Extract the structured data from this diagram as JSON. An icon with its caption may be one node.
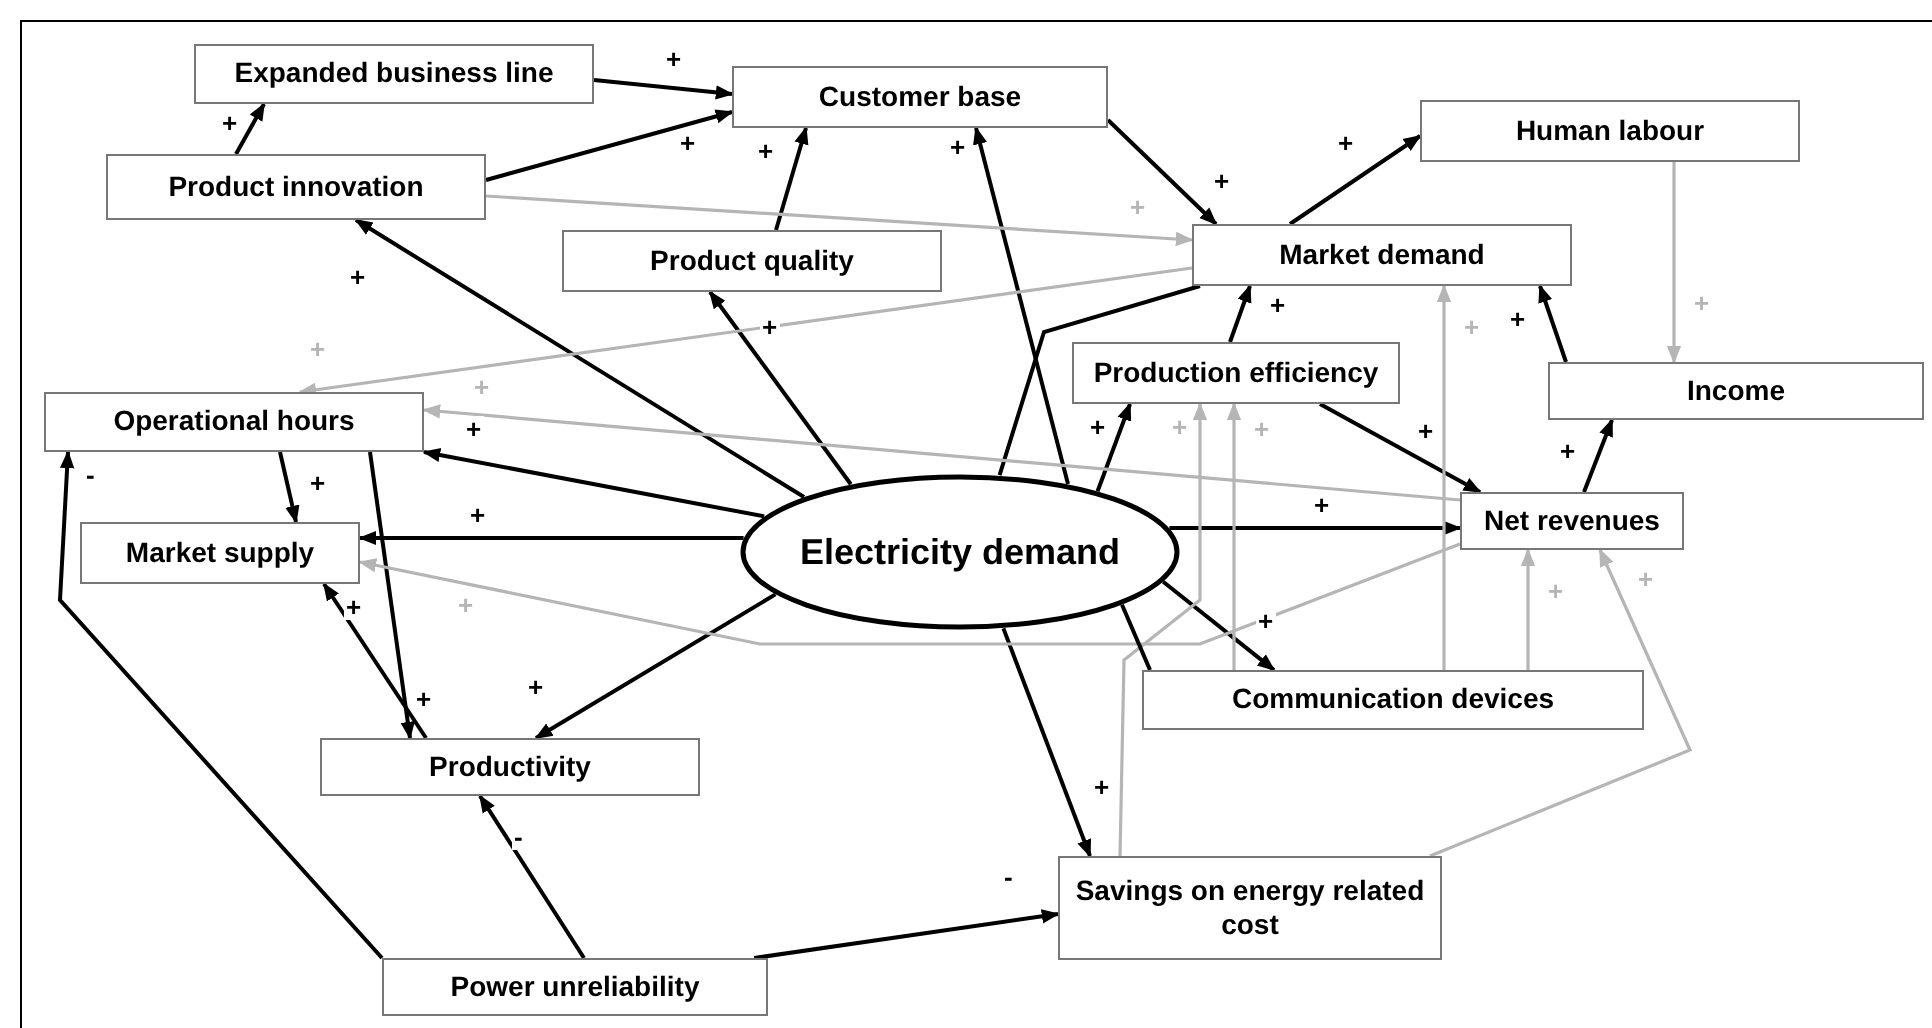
{
  "diagram": {
    "nodes": [
      {
        "text": [
          "Expanded business line"
        ]
      },
      {
        "text": [
          "Customer base"
        ]
      },
      {
        "text": [
          "Human labour"
        ]
      },
      {
        "text": [
          "Product innovation"
        ]
      },
      {
        "text": [
          "Product quality"
        ]
      },
      {
        "text": [
          "Market demand"
        ]
      },
      {
        "text": [
          "Production efficiency"
        ]
      },
      {
        "text": [
          "Income"
        ]
      },
      {
        "text": [
          "Operational hours"
        ]
      },
      {
        "text": [
          "Market supply"
        ]
      },
      {
        "text": [
          "Electricity demand"
        ]
      },
      {
        "text": [
          "Net revenues"
        ]
      },
      {
        "text": [
          "Communication devices"
        ]
      },
      {
        "text": [
          "Productivity"
        ]
      },
      {
        "text": [
          "Savings on energy related cost"
        ]
      },
      {
        "text": [
          "Power unreliability"
        ]
      }
    ],
    "edges": [
      {
        "from": 3,
        "to": 0,
        "arrow": "to",
        "label": "+"
      },
      {
        "from": 0,
        "to": 1,
        "arrow": "to",
        "label": "+"
      },
      {
        "from": 3,
        "to": 1,
        "arrow": "to",
        "label": "+"
      },
      {
        "from": 4,
        "to": 1,
        "arrow": "to",
        "label": "+"
      },
      {
        "from": 10,
        "to": 1,
        "arrow": "to",
        "label": "+"
      },
      {
        "from": 1,
        "to": 5,
        "arrow": "to",
        "label": "+"
      },
      {
        "from": 5,
        "to": 2,
        "arrow": "to",
        "label": "+"
      },
      {
        "from": 10,
        "to": 5,
        "arrow": "none"
      },
      {
        "from": 6,
        "to": 5,
        "arrow": "to",
        "label": "+"
      },
      {
        "from": 10,
        "to": 6,
        "arrow": "to",
        "label": "+"
      },
      {
        "from": 6,
        "to": 11,
        "arrow": "to",
        "label": "+"
      },
      {
        "from": 7,
        "to": 5,
        "arrow": "to",
        "label": "+"
      },
      {
        "from": 11,
        "to": 7,
        "arrow": "to",
        "label": "+"
      },
      {
        "from": 10,
        "to": 11,
        "arrow": "to",
        "label": "+"
      },
      {
        "from": 10,
        "to": 12,
        "arrow": "to",
        "label": "+"
      },
      {
        "from": 10,
        "to": 14,
        "arrow": "to",
        "label": "+"
      },
      {
        "from": 10,
        "to": 13,
        "arrow": "to",
        "label": "+"
      },
      {
        "from": 10,
        "to": 9,
        "arrow": "to",
        "label": "+"
      },
      {
        "from": 10,
        "to": 8,
        "arrow": "to",
        "label": "+"
      },
      {
        "from": 10,
        "to": 3,
        "arrow": "to",
        "label": "+"
      },
      {
        "from": 10,
        "to": 4,
        "arrow": "to",
        "label": "+"
      },
      {
        "from": 13,
        "to": 9,
        "arrow": "to",
        "label": "+"
      },
      {
        "from": 8,
        "to": 9,
        "arrow": "to",
        "label": "+"
      },
      {
        "from": 8,
        "to": 13,
        "arrow": "to",
        "label": "+"
      },
      {
        "from": 15,
        "to": 8,
        "arrow": "to",
        "label": "-"
      },
      {
        "from": 15,
        "to": 13,
        "arrow": "to",
        "label": "-"
      },
      {
        "from": 15,
        "to": 14,
        "arrow": "to",
        "label": "-"
      },
      {
        "from": 3,
        "to": 5,
        "arrow": "to",
        "label": "+",
        "color": "#b5b5b5"
      },
      {
        "from": 5,
        "to": 8,
        "arrow": "to",
        "label": "+",
        "color": "#b5b5b5"
      },
      {
        "from": 11,
        "to": 8,
        "arrow": "to",
        "label": "+",
        "color": "#b5b5b5"
      },
      {
        "from": 11,
        "to": 9,
        "arrow": "to",
        "label": "+",
        "color": "#b5b5b5"
      },
      {
        "from": 2,
        "to": 7,
        "arrow": "to",
        "label": "+",
        "color": "#b5b5b5"
      },
      {
        "from": 12,
        "to": 5,
        "arrow": "to",
        "label": "+",
        "color": "#b5b5b5"
      },
      {
        "from": 12,
        "to": 11,
        "arrow": "to",
        "label": "+",
        "color": "#b5b5b5"
      },
      {
        "from": 14,
        "to": 11,
        "arrow": "to",
        "label": "+",
        "color": "#b5b5b5"
      },
      {
        "from": 14,
        "to": 6,
        "arrow": "to",
        "label": "+",
        "color": "#b5b5b5"
      },
      {
        "from": 12,
        "to": 6,
        "arrow": "to",
        "label": "+",
        "color": "#b5b5b5"
      },
      {
        "from": 10,
        "to": 12,
        "arrow": "none"
      }
    ]
  }
}
